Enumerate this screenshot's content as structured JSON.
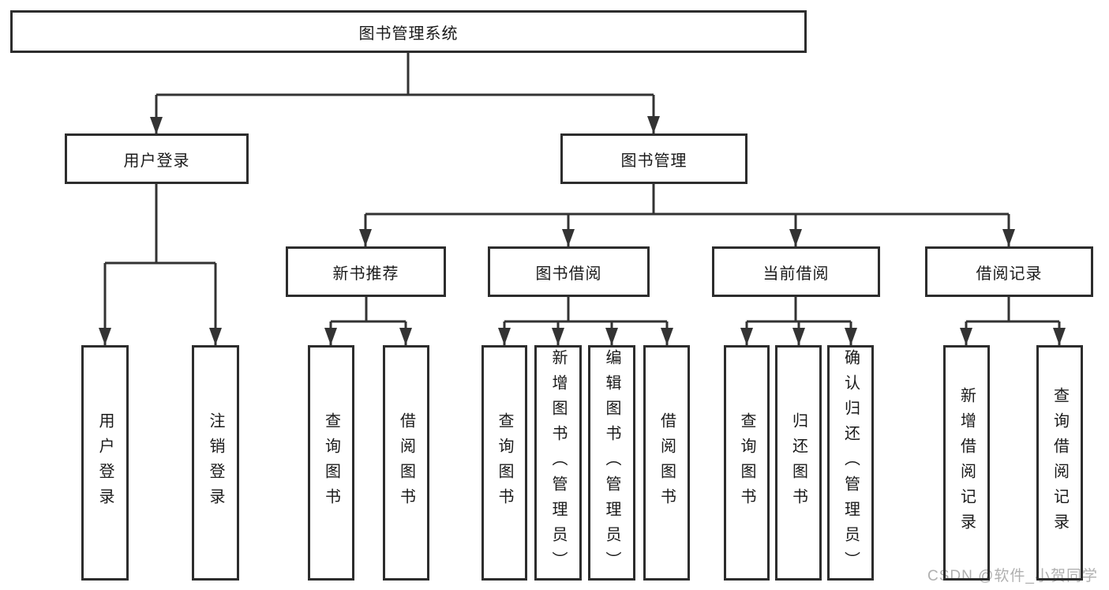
{
  "diagram_title": "图书管理系统",
  "nodes": {
    "root": "图书管理系统",
    "level2": {
      "user_login": "用户登录",
      "book_mgmt": "图书管理"
    },
    "level3": {
      "new_book_rec": "新书推荐",
      "book_borrow": "图书借阅",
      "current_borrow": "当前借阅",
      "borrow_records": "借阅记录"
    },
    "leaves": {
      "under_user_login": [
        "用户登录",
        "注销登录"
      ],
      "under_new_book_rec": [
        "查询图书",
        "借阅图书"
      ],
      "under_book_borrow": [
        "查询图书",
        "新增图书（管理员）",
        "编辑图书（管理员）",
        "借阅图书"
      ],
      "under_current_borrow": [
        "查询图书",
        "归还图书",
        "确认归还（管理员）"
      ],
      "under_borrow_records": [
        "新增借阅记录",
        "查询借阅记录"
      ]
    }
  },
  "watermark": {
    "text": "CSDN @软件_小贺同学"
  },
  "colors": {
    "line": "#333333",
    "box_border": "#2d2d2d",
    "box_fill": "#ffffff",
    "text": "#1a1a1a",
    "watermark": "#b0b0b0"
  }
}
